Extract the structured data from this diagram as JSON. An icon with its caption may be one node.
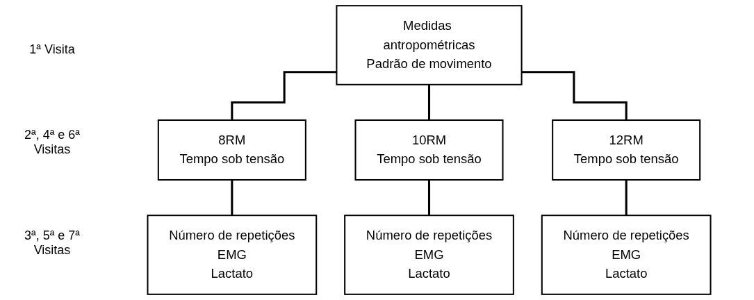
{
  "diagram": {
    "nodes": [
      {
        "text": [
          "Medidas antropométricas",
          "Padrão de movimento"
        ]
      },
      {
        "text": [
          "8RM",
          "Tempo sob tensão"
        ]
      },
      {
        "text": [
          "10RM",
          "Tempo sob tensão"
        ]
      },
      {
        "text": [
          "12RM",
          "Tempo sob tensão"
        ]
      },
      {
        "text": [
          "Número de repetições",
          "EMG",
          "Lactato"
        ]
      },
      {
        "text": [
          "Número de repetições",
          "EMG",
          "Lactato"
        ]
      },
      {
        "text": [
          "Número de repetições",
          "EMG",
          "Lactato"
        ]
      }
    ],
    "edges": [
      {
        "from": 0,
        "to": 1,
        "arrow": "none"
      },
      {
        "from": 0,
        "to": 2,
        "arrow": "none"
      },
      {
        "from": 0,
        "to": 3,
        "arrow": "none"
      },
      {
        "from": 1,
        "to": 4,
        "arrow": "none"
      },
      {
        "from": 2,
        "to": 5,
        "arrow": "none"
      },
      {
        "from": 3,
        "to": 6,
        "arrow": "none"
      }
    ],
    "labels": [
      "1ª Visita",
      "2ª, 4ª e 6ª Visitas",
      "3ª, 5ª e 7ª Visitas"
    ]
  }
}
